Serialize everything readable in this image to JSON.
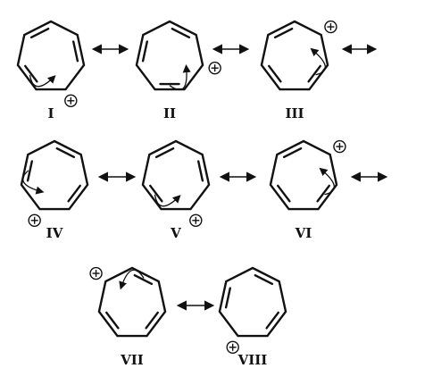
{
  "structures": [
    {
      "label": "I"
    },
    {
      "label": "II"
    },
    {
      "label": "III"
    },
    {
      "label": "IV"
    },
    {
      "label": "V"
    },
    {
      "label": "VI"
    },
    {
      "label": "VII"
    },
    {
      "label": "VIII"
    }
  ],
  "charge_symbol": "⊕",
  "resonance_arrow": "↔",
  "colors": {
    "ink": "#111111",
    "background": "#ffffff"
  }
}
